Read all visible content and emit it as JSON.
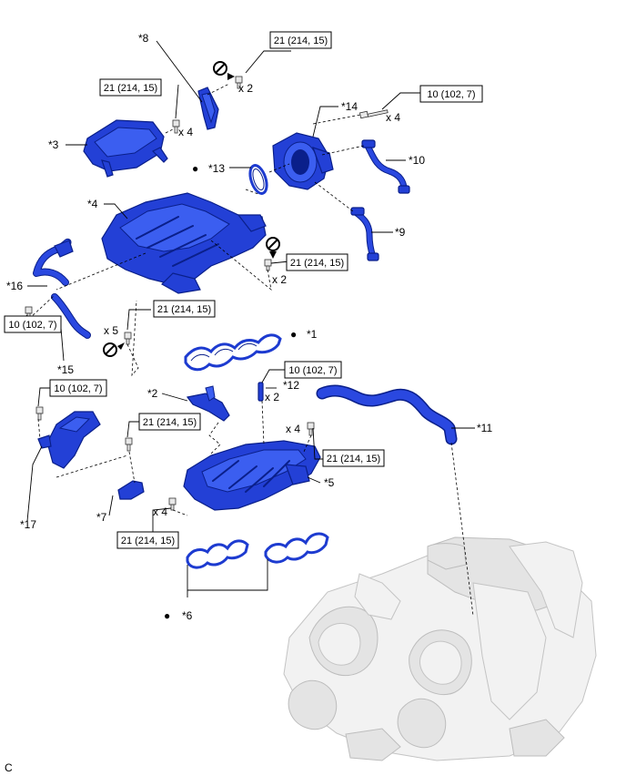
{
  "torque": {
    "t21": "21 (214, 15)",
    "t10": "10 (102, 7)"
  },
  "qty": {
    "x2": "x 2",
    "x4": "x 4",
    "x5": "x 5"
  },
  "labels": {
    "p1": "*1",
    "p2": "*2",
    "p3": "*3",
    "p4": "*4",
    "p5": "*5",
    "p6": "*6",
    "p7": "*7",
    "p8": "*8",
    "p9": "*9",
    "p10": "*10",
    "p11": "*11",
    "p12": "*12",
    "p13": "*13",
    "p14": "*14",
    "p15": "*15",
    "p16": "*16",
    "p17": "*17"
  },
  "bullet": "●",
  "corner_code": "C",
  "colors": {
    "part_blue": "#2340d6",
    "engine_gray": "#f2f2f2"
  }
}
